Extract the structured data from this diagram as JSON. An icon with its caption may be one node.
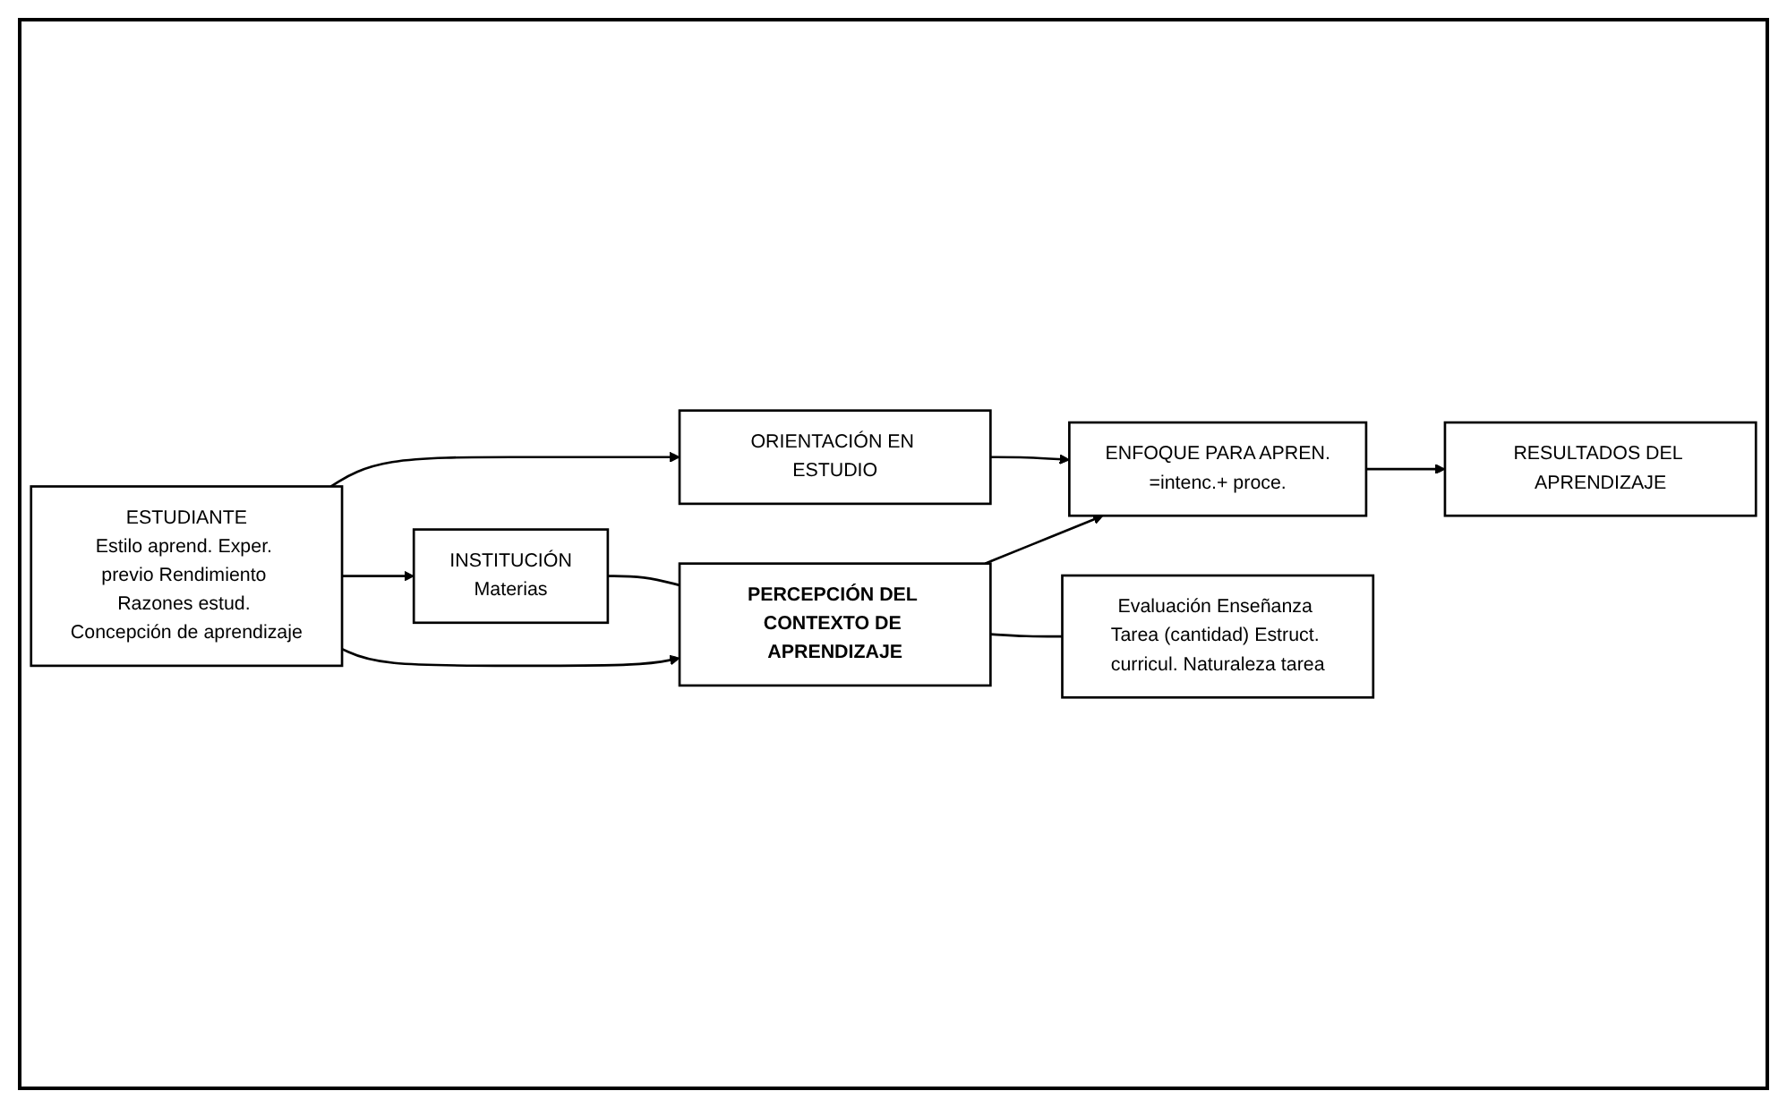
{
  "diagram": {
    "nodes": [
      {
        "text": [
          "ESTUDIANTE",
          "Estilo aprend. Exper. previo Rendimiento Razones estud. Concepción de aprendizaje"
        ]
      },
      {
        "text": [
          "INSTITUCIÓN",
          "Materias"
        ]
      },
      {
        "text": [
          "ORIENTACIÓN EN ESTUDIO"
        ]
      },
      {
        "text": [
          "PERCEPCIÓN DEL CONTEXTO DE APRENDIZAJE"
        ]
      },
      {
        "text": [
          "ENFOQUE PARA APREN.",
          "=intenc.+ proce."
        ]
      },
      {
        "text": [
          "RESULTADOS DEL APRENDIZAJE"
        ]
      },
      {
        "text": [
          "Evaluación Enseñanza Tarea (cantidad) Estruct. curricul. Naturaleza tarea"
        ]
      }
    ],
    "edges": [
      {
        "from": 0,
        "to": 2,
        "arrow": "to"
      },
      {
        "from": 0,
        "to": 1,
        "arrow": "to"
      },
      {
        "from": 0,
        "to": 3,
        "arrow": "to"
      },
      {
        "from": 1,
        "to": 3,
        "arrow": "none"
      },
      {
        "from": 3,
        "to": 6,
        "arrow": "none"
      },
      {
        "from": 3,
        "to": 4,
        "arrow": "to"
      },
      {
        "from": 2,
        "to": 4,
        "arrow": "to"
      },
      {
        "from": 4,
        "to": 5,
        "arrow": "to"
      }
    ]
  }
}
